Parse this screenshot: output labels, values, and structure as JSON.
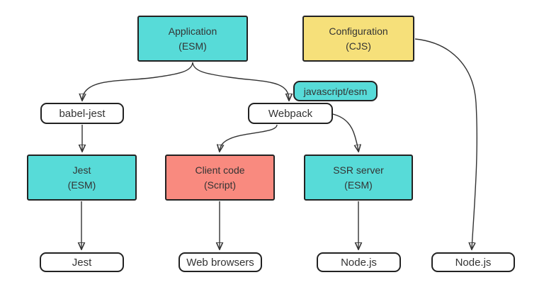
{
  "colors": {
    "cyan": "#57dbd8",
    "yellow": "#f6e07a",
    "salmon": "#f98a7f",
    "node-bg": "#ffffff",
    "border": "#222222",
    "text": "#333333",
    "arrow": "#333333",
    "bg": "#ffffff"
  },
  "nodes": {
    "application": {
      "title": "Application",
      "subtitle": "(ESM)"
    },
    "configuration": {
      "title": "Configuration",
      "subtitle": "(CJS)"
    },
    "babel_jest": {
      "label": "babel-jest"
    },
    "javascript_esm": {
      "label": "javascript/esm"
    },
    "webpack": {
      "label": "Webpack"
    },
    "jest_esm": {
      "title": "Jest",
      "subtitle": "(ESM)"
    },
    "client_code": {
      "title": "Client code",
      "subtitle": "(Script)"
    },
    "ssr_server": {
      "title": "SSR server",
      "subtitle": "(ESM)"
    },
    "jest": {
      "label": "Jest"
    },
    "web_browsers": {
      "label": "Web browsers"
    },
    "nodejs_ssr": {
      "label": "Node.js"
    },
    "nodejs_config": {
      "label": "Node.js"
    }
  },
  "edges": [
    {
      "from": "Application (ESM)",
      "to": "babel-jest",
      "label": ""
    },
    {
      "from": "Application (ESM)",
      "to": "Webpack",
      "label": "javascript/esm"
    },
    {
      "from": "Configuration (CJS)",
      "to": "Node.js",
      "label": ""
    },
    {
      "from": "babel-jest",
      "to": "Jest (ESM)",
      "label": ""
    },
    {
      "from": "Webpack",
      "to": "Client code (Script)",
      "label": ""
    },
    {
      "from": "Webpack",
      "to": "SSR server (ESM)",
      "label": ""
    },
    {
      "from": "Jest (ESM)",
      "to": "Jest",
      "label": ""
    },
    {
      "from": "Client code (Script)",
      "to": "Web browsers",
      "label": ""
    },
    {
      "from": "SSR server (ESM)",
      "to": "Node.js",
      "label": ""
    }
  ]
}
